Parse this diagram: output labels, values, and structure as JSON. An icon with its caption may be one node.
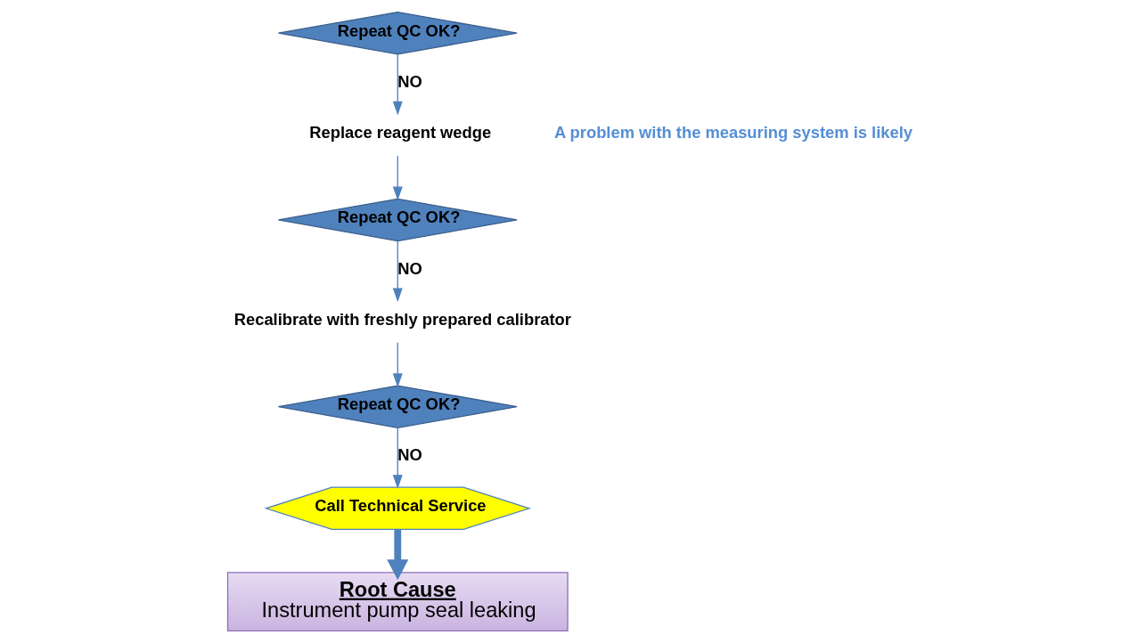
{
  "diagram": {
    "nodes": [
      {
        "text": [
          "Repeat QC OK?"
        ]
      },
      {
        "text": [
          "Replace reagent wedge"
        ]
      },
      {
        "text": [
          "Repeat QC OK?"
        ]
      },
      {
        "text": [
          "Recalibrate with freshly prepared calibrator"
        ]
      },
      {
        "text": [
          "Repeat QC OK?"
        ]
      },
      {
        "text": [
          "Call Technical Service"
        ]
      },
      {
        "text": [
          "Root Cause",
          "Instrument pump seal leaking"
        ]
      }
    ],
    "edges": [
      {
        "from": 0,
        "to": 1,
        "arrow": "to",
        "label": "NO"
      },
      {
        "from": 1,
        "to": 2,
        "arrow": "to"
      },
      {
        "from": 2,
        "to": 3,
        "arrow": "to",
        "label": "NO"
      },
      {
        "from": 3,
        "to": 4,
        "arrow": "to"
      },
      {
        "from": 4,
        "to": 5,
        "arrow": "to",
        "label": "NO"
      },
      {
        "from": 5,
        "to": 6,
        "arrow": "to",
        "style": "thick"
      }
    ],
    "labels": [
      "A problem with the measuring system is likely"
    ]
  }
}
